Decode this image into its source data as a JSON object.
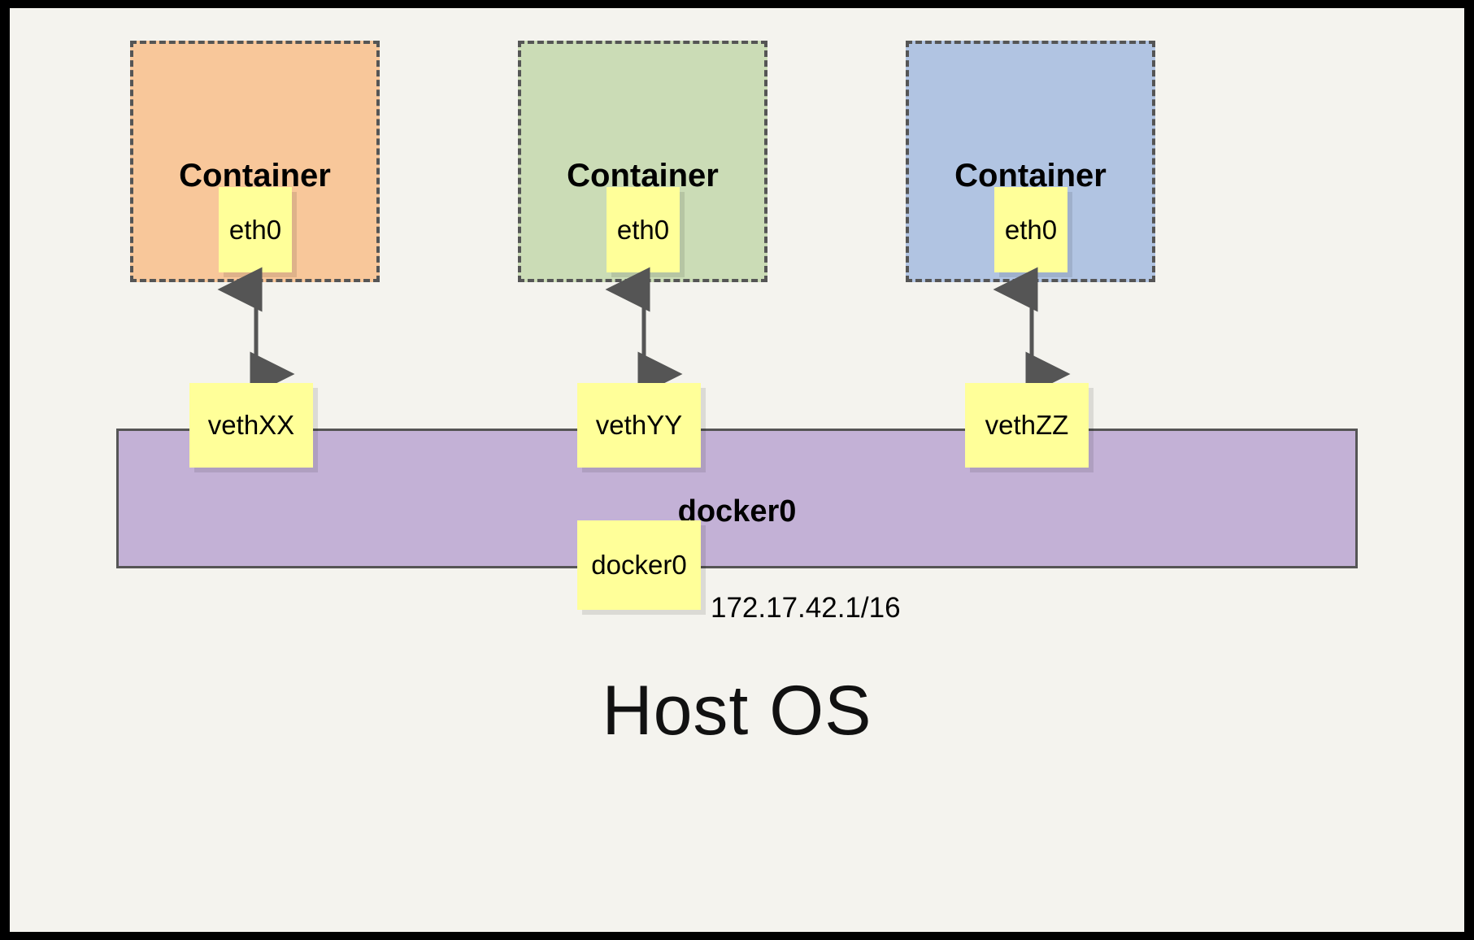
{
  "diagram": {
    "title": "Docker container networking with docker0 bridge",
    "background_color": "#f4f3ee",
    "frame_color": "#000000",
    "host_label": "Host OS",
    "ip_label": "172.17.42.1/16"
  },
  "containers": [
    {
      "title": "Container",
      "fill": "#f8c79a",
      "border": "#555555",
      "interface_label": "eth0"
    },
    {
      "title": "Container",
      "fill": "#cbdcb6",
      "border": "#555555",
      "interface_label": "eth0"
    },
    {
      "title": "Container",
      "fill": "#b1c4e2",
      "border": "#555555",
      "interface_label": "eth0"
    }
  ],
  "veths": [
    {
      "label": "vethXX"
    },
    {
      "label": "vethYY"
    },
    {
      "label": "vethZZ"
    }
  ],
  "bridge": {
    "name": "docker0",
    "bar_label": "docker0",
    "note_label": "docker0",
    "fill": "#c3b1d6",
    "border": "#555555"
  },
  "arrows": {
    "color": "#555555",
    "style": "double-headed",
    "count": 3
  }
}
